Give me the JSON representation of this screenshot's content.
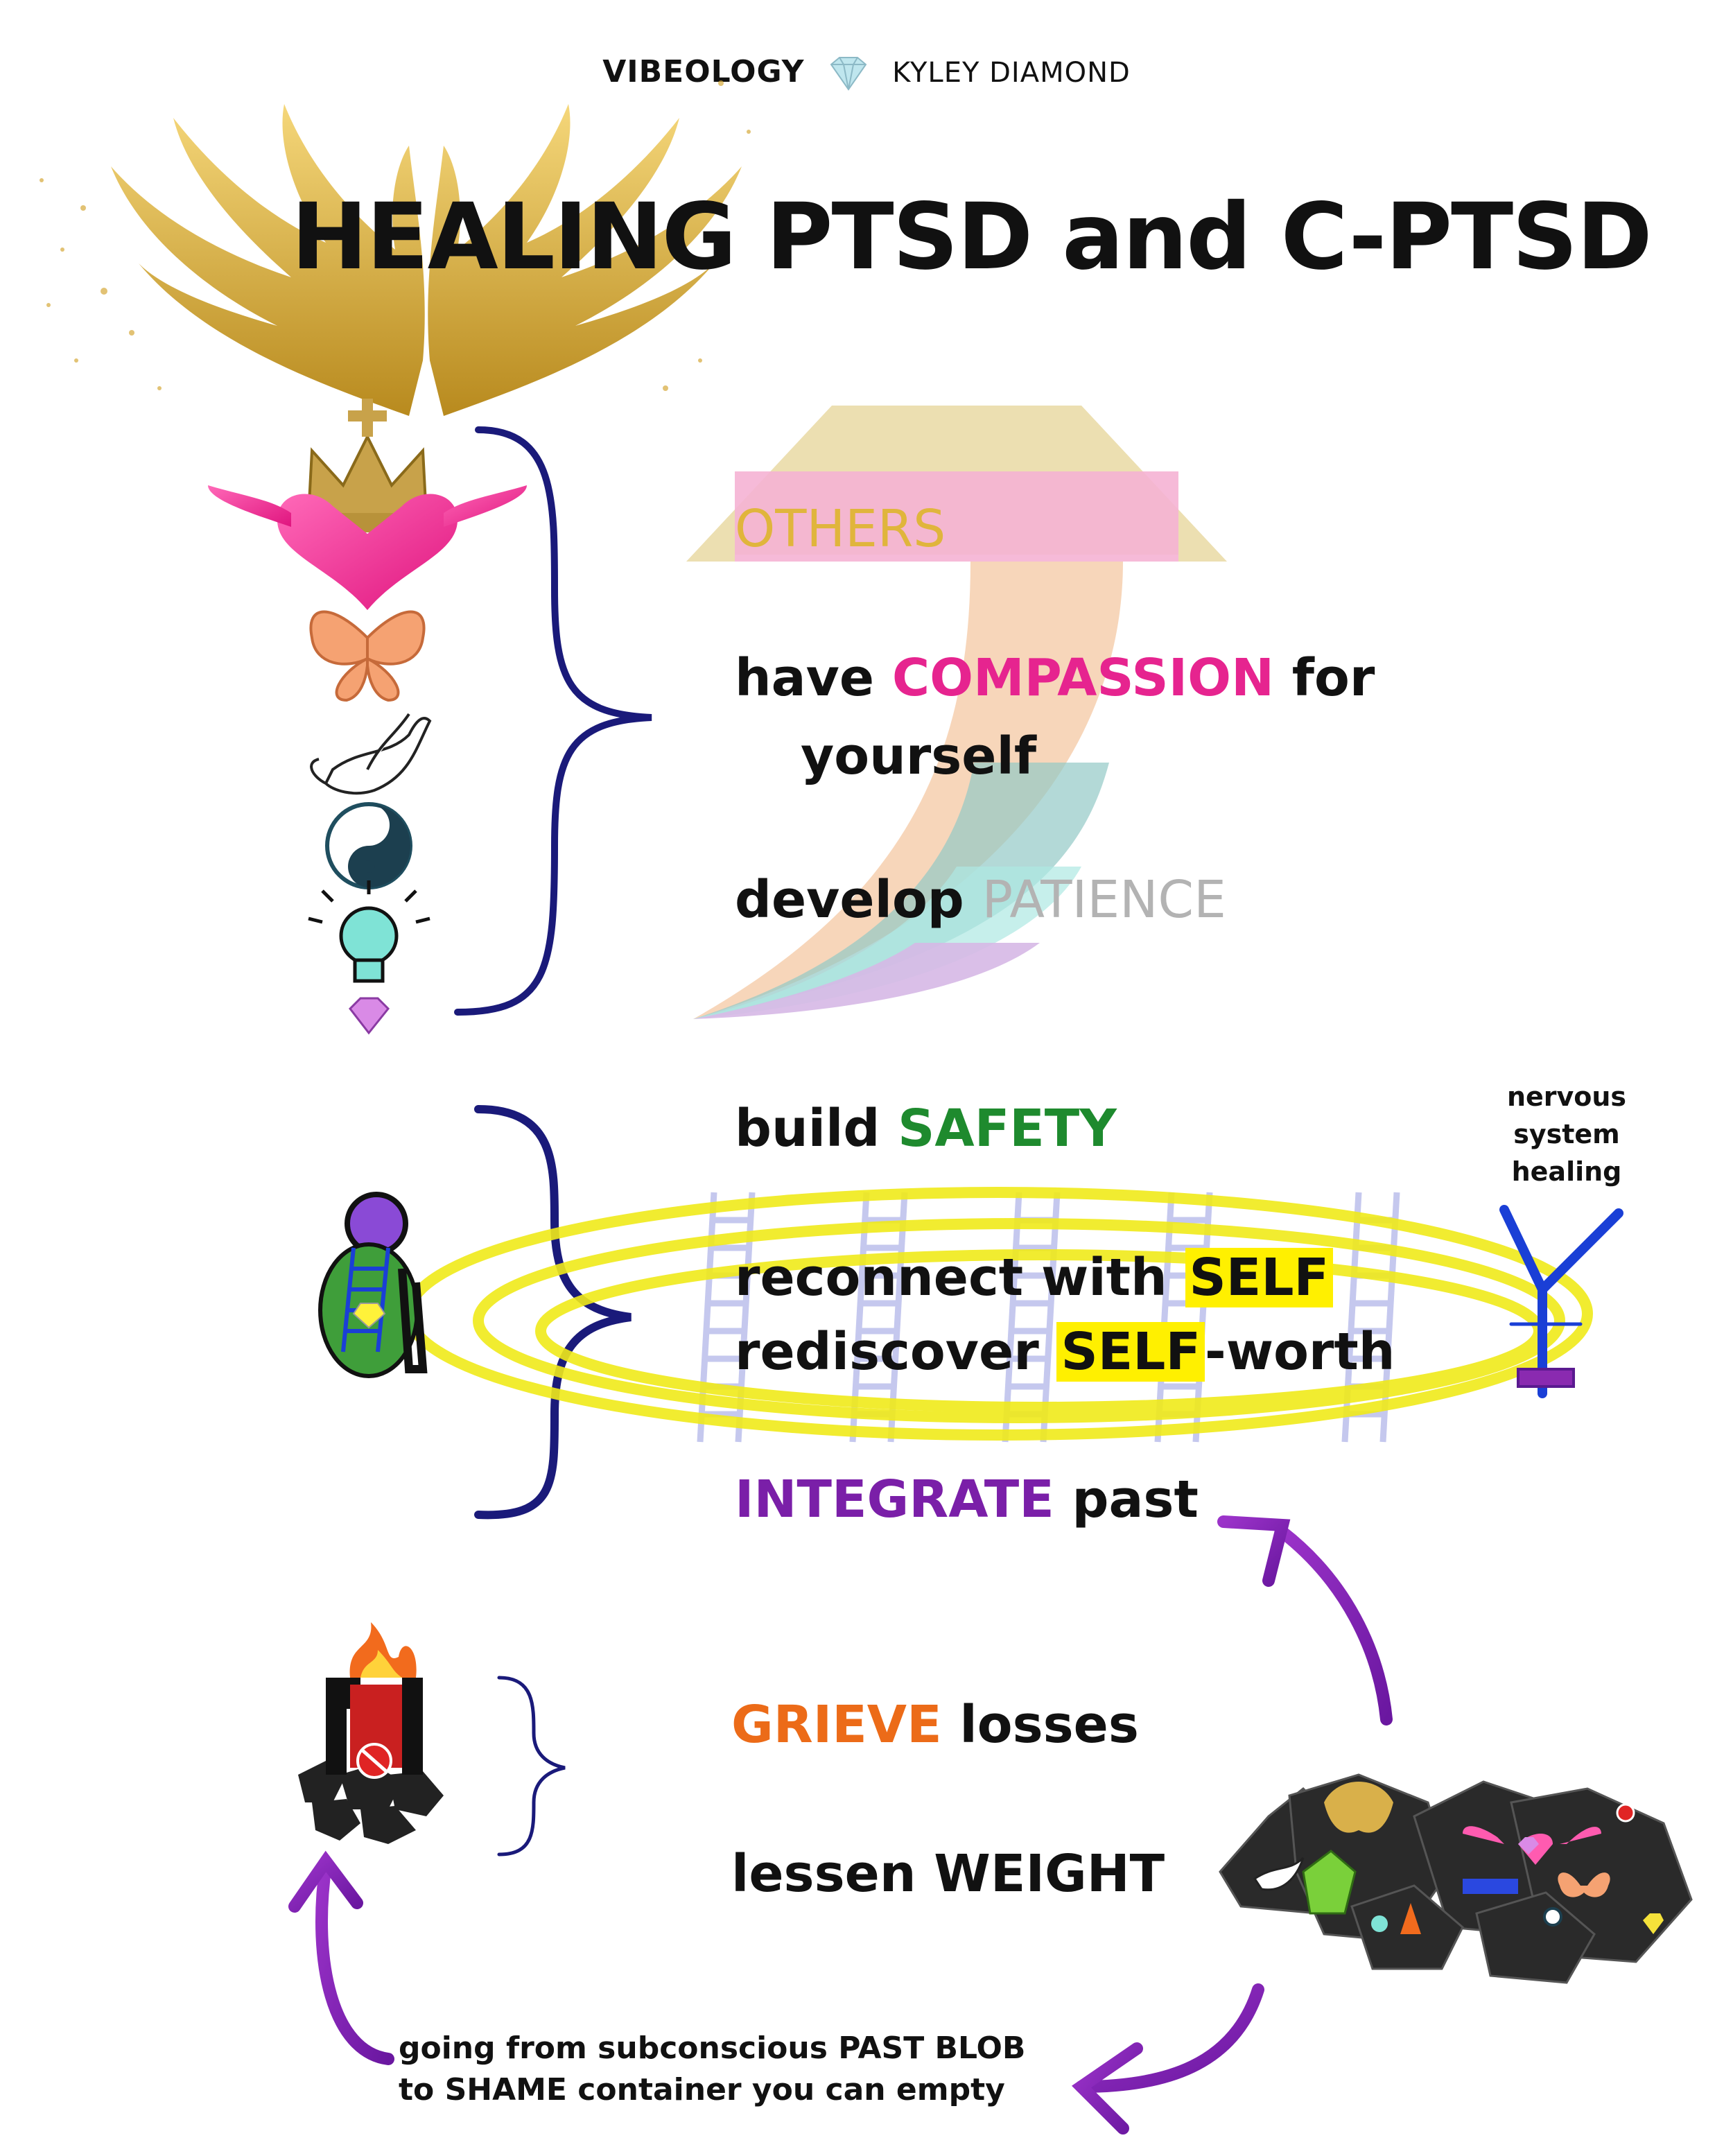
{
  "header": {
    "brand": "VIBEOLOGY",
    "author": "KYLEY DIAMOND"
  },
  "title": "HEALING PTSD and C-PTSD",
  "upper_section": {
    "others": "OTHERS",
    "compassion": {
      "pre": "have ",
      "key": "COMPASSION",
      "post": " for",
      "line2": "yourself"
    },
    "patience": {
      "pre": "develop ",
      "key": "PATIENCE"
    }
  },
  "middle_section": {
    "safety": {
      "pre": "build ",
      "key": "SAFETY"
    },
    "reconnect": {
      "pre": "reconnect with ",
      "key": "SELF"
    },
    "rediscover": {
      "pre": "rediscover ",
      "key": "SELF",
      "post": "-worth"
    },
    "integrate": {
      "key": "INTEGRATE",
      "post": " past"
    },
    "nervous_label": [
      "nervous",
      "system",
      "healing"
    ]
  },
  "lower_section": {
    "grieve": {
      "key": "GRIEVE",
      "post": " losses"
    },
    "weight": "lessen WEIGHT",
    "caption_line1": "going from subconscious PAST BLOB",
    "caption_line2": "to SHAME container you can empty"
  },
  "colors": {
    "gold": "#e0b53c",
    "pink": "#e6248f",
    "grey": "#b3b3b3",
    "green": "#1e8a2e",
    "purple": "#7a1fa8",
    "orange": "#ec6b18",
    "navy": "#1a1a7a",
    "highlight": "#fff000"
  },
  "icons": [
    "gold-wings-icon",
    "crown-icon",
    "winged-heart-icon",
    "butterfly-icon",
    "dove-icon",
    "yin-yang-icon",
    "lightbulb-icon",
    "diamond-icon",
    "person-icon",
    "ladder-icon",
    "nervous-system-icon",
    "burning-container-icon",
    "rock-pile-icon",
    "curved-arrow-icon"
  ]
}
